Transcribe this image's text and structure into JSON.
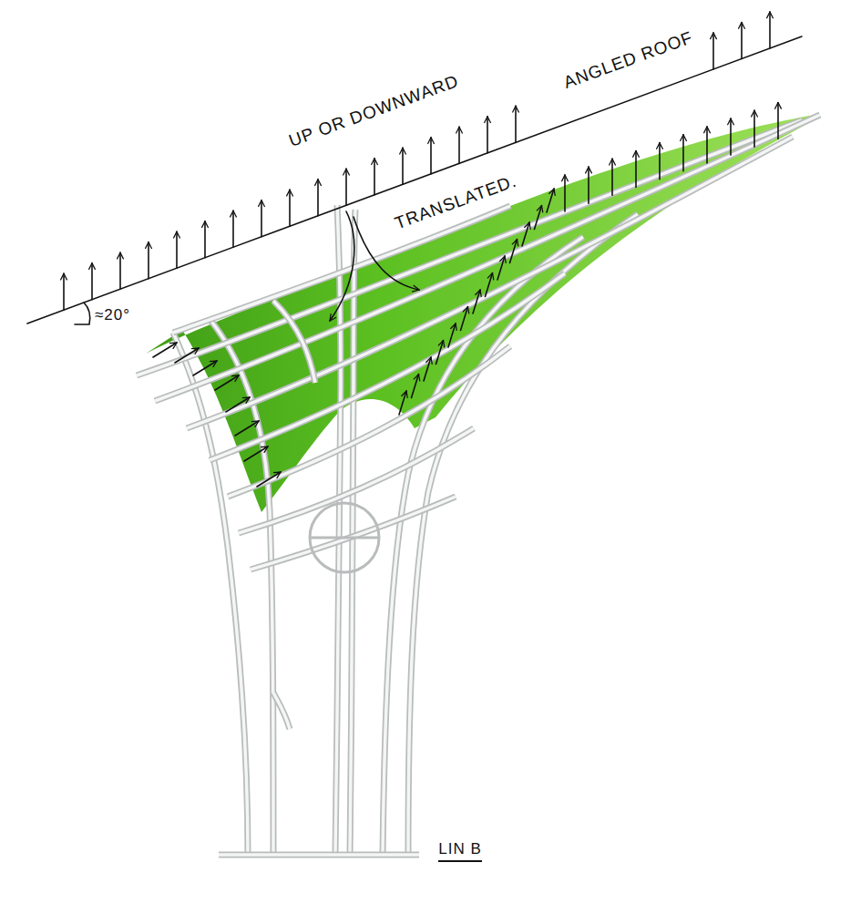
{
  "diagram": {
    "labels": [
      "UP OR DOWNWARD",
      "ANGLED ROOF",
      "TRANSLATED.",
      "≈20°",
      "LIN B"
    ]
  }
}
